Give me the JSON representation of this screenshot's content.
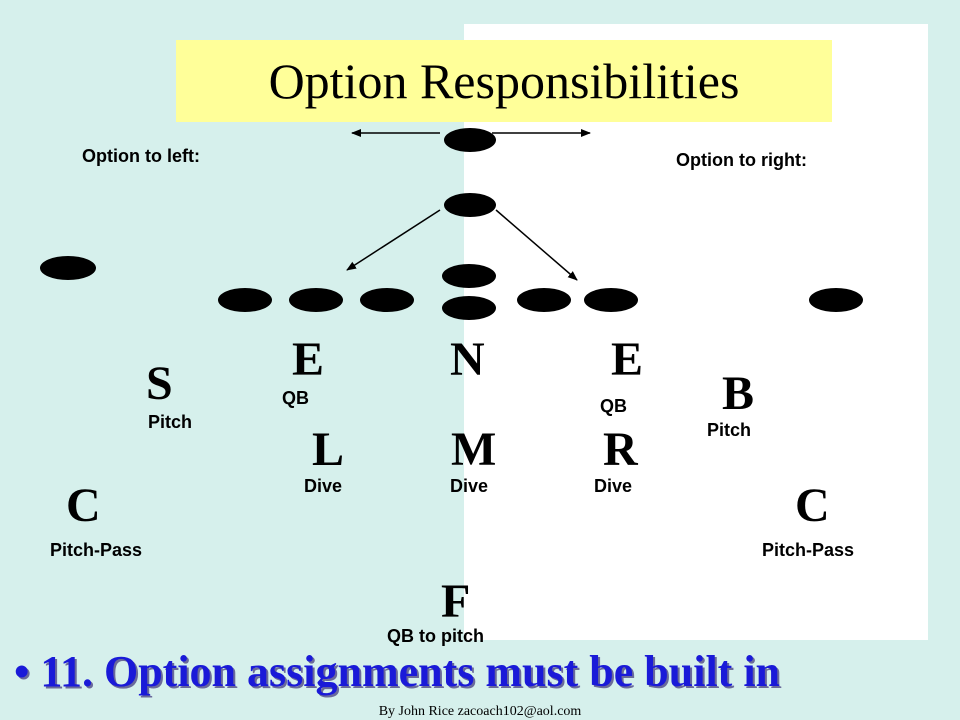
{
  "title": "Option Responsibilities",
  "option_left_label": "Option to left:",
  "option_right_label": "Option to right:",
  "defenders": {
    "s": "S",
    "e_left": "E",
    "n": "N",
    "e_right": "E",
    "b": "B",
    "l": "L",
    "m": "M",
    "r": "R",
    "c_left": "C",
    "c_right": "C",
    "f": "F"
  },
  "assignments": {
    "s": "Pitch",
    "e_left": "QB",
    "e_right": "QB",
    "b": "Pitch",
    "l": "Dive",
    "m": "Dive",
    "r": "Dive",
    "c_left": "Pitch-Pass",
    "c_right": "Pitch-Pass",
    "f": "QB to pitch"
  },
  "bullet": "11. Option assignments must be built in",
  "footer": "By John Rice zacoach102@aol.com",
  "colors": {
    "background": "#d6f0ec",
    "title_box": "#ffff99",
    "bullet_text": "#1a1ad8"
  }
}
